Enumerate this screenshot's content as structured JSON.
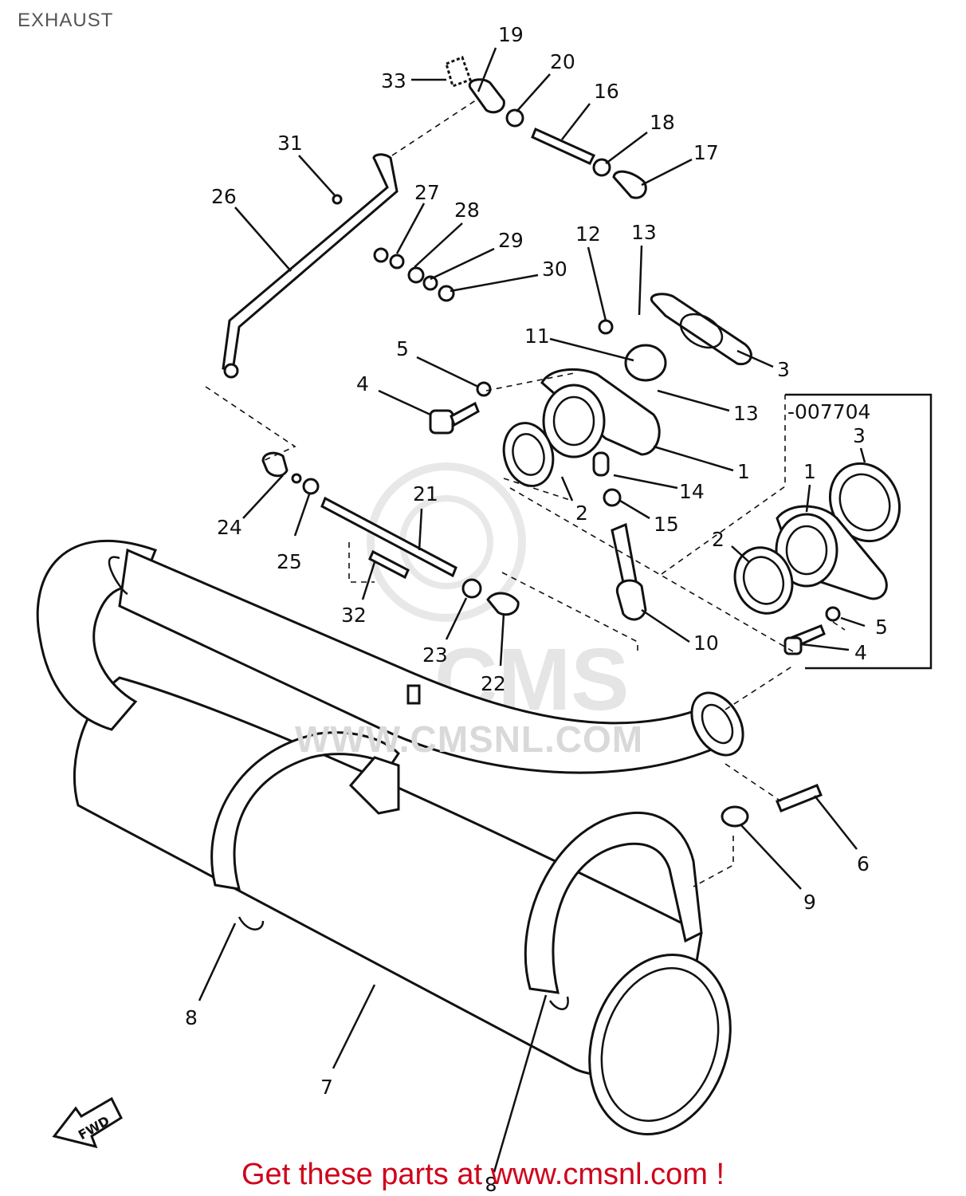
{
  "title": "EXHAUST",
  "footer": "Get these parts at www.cmsnl.com !",
  "watermark": "WWW.CMSNL.COM",
  "watermark_logo": "CMS",
  "inset_label": "-007704",
  "icons": {
    "fwd": "fwd-arrow-icon"
  },
  "colors": {
    "footer": "#d0021b",
    "line": "#111111",
    "title": "#555555"
  },
  "callouts": [
    {
      "id": "c19",
      "text": "19"
    },
    {
      "id": "c33",
      "text": "33"
    },
    {
      "id": "c20",
      "text": "20"
    },
    {
      "id": "c16",
      "text": "16"
    },
    {
      "id": "c18",
      "text": "18"
    },
    {
      "id": "c17",
      "text": "17"
    },
    {
      "id": "c31",
      "text": "31"
    },
    {
      "id": "c26",
      "text": "26"
    },
    {
      "id": "c27",
      "text": "27"
    },
    {
      "id": "c28",
      "text": "28"
    },
    {
      "id": "c29",
      "text": "29"
    },
    {
      "id": "c30",
      "text": "30"
    },
    {
      "id": "c12",
      "text": "12"
    },
    {
      "id": "c13a",
      "text": "13"
    },
    {
      "id": "c11",
      "text": "11"
    },
    {
      "id": "c3a",
      "text": "3"
    },
    {
      "id": "c5a",
      "text": "5"
    },
    {
      "id": "c13b",
      "text": "13"
    },
    {
      "id": "c4a",
      "text": "4"
    },
    {
      "id": "c3b",
      "text": "3"
    },
    {
      "id": "c1a",
      "text": "1"
    },
    {
      "id": "c1b",
      "text": "1"
    },
    {
      "id": "c14",
      "text": "14"
    },
    {
      "id": "c2a",
      "text": "2"
    },
    {
      "id": "c21",
      "text": "21"
    },
    {
      "id": "c15",
      "text": "15"
    },
    {
      "id": "c24",
      "text": "24"
    },
    {
      "id": "c25",
      "text": "25"
    },
    {
      "id": "c2b",
      "text": "2"
    },
    {
      "id": "c32",
      "text": "32"
    },
    {
      "id": "c5b",
      "text": "5"
    },
    {
      "id": "c10",
      "text": "10"
    },
    {
      "id": "c23",
      "text": "23"
    },
    {
      "id": "c4b",
      "text": "4"
    },
    {
      "id": "c22",
      "text": "22"
    },
    {
      "id": "c6",
      "text": "6"
    },
    {
      "id": "c9",
      "text": "9"
    },
    {
      "id": "c8a",
      "text": "8"
    },
    {
      "id": "c7",
      "text": "7"
    },
    {
      "id": "c8b",
      "text": "8"
    }
  ]
}
